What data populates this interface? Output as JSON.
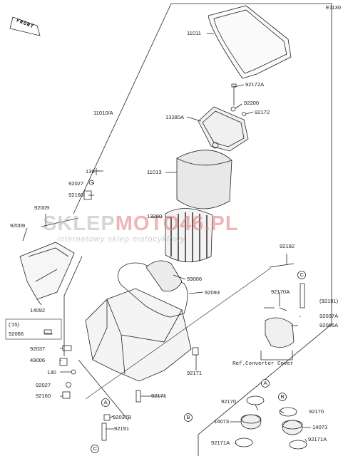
{
  "diagram_code": "E1130",
  "front_label": "FRONT",
  "ref_label": "Ref.Converter Cover",
  "watermark": {
    "brand_left": "SKLEP",
    "brand_mid": "MOTO",
    "brand_right": "46.PL",
    "tagline": "internetowy sklep motocyklowy"
  },
  "year_note": "('15)",
  "labels": {
    "p11011": "11011",
    "p92172A": "92172A",
    "p92200": "92200",
    "p92172": "92172",
    "p11010A": "11010/A",
    "p13280A": "13280A",
    "p11013": "11013",
    "p130a": "130",
    "p92027a": "92027",
    "p92160a": "92160",
    "p92009a": "92009",
    "p92009b": "92009",
    "p13280": "13280",
    "p14092": "14092",
    "p59006": "59006",
    "p92093": "92093",
    "p92192": "92192",
    "p92170A": "92170A",
    "p92191a": "(92191)",
    "p92037A": "92037A",
    "p92066A": "92066A",
    "p92066": "92066",
    "p92037": "92037",
    "p49006": "49006",
    "p130b": "130",
    "p92027b": "92027",
    "p92160b": "92160",
    "p92171a": "92171",
    "p92171b": "92171",
    "p92037B": "92037B",
    "p92191b": "92191",
    "p92170a": "92170",
    "p92170b": "92170",
    "p14073a": "14073",
    "p14073b": "14073",
    "p92171Aa": "92171A",
    "p92171Ab": "92171A"
  },
  "callouts": {
    "A": "A",
    "B": "B",
    "C": "C"
  }
}
